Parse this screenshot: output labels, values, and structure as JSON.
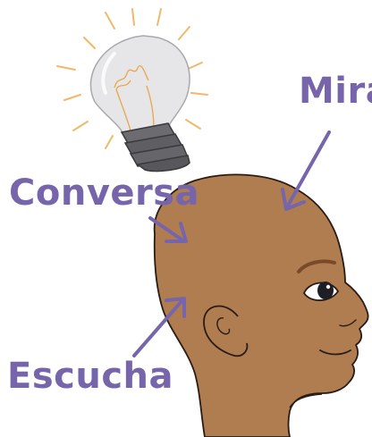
{
  "labels": {
    "mira": "Mira",
    "conversa": "Conversa",
    "escucha": "Escucha"
  },
  "colors": {
    "label": "#7665ab",
    "skin": "#b07d50",
    "skin_outline": "#2a1c14",
    "bulb_glass": "#e4e4e6",
    "bulb_base": "#5f5f63",
    "filament": "#e7a84a",
    "rays": "#f0b969"
  },
  "icons": [
    "lightbulb-icon",
    "head-illustration",
    "arrow-icon"
  ]
}
